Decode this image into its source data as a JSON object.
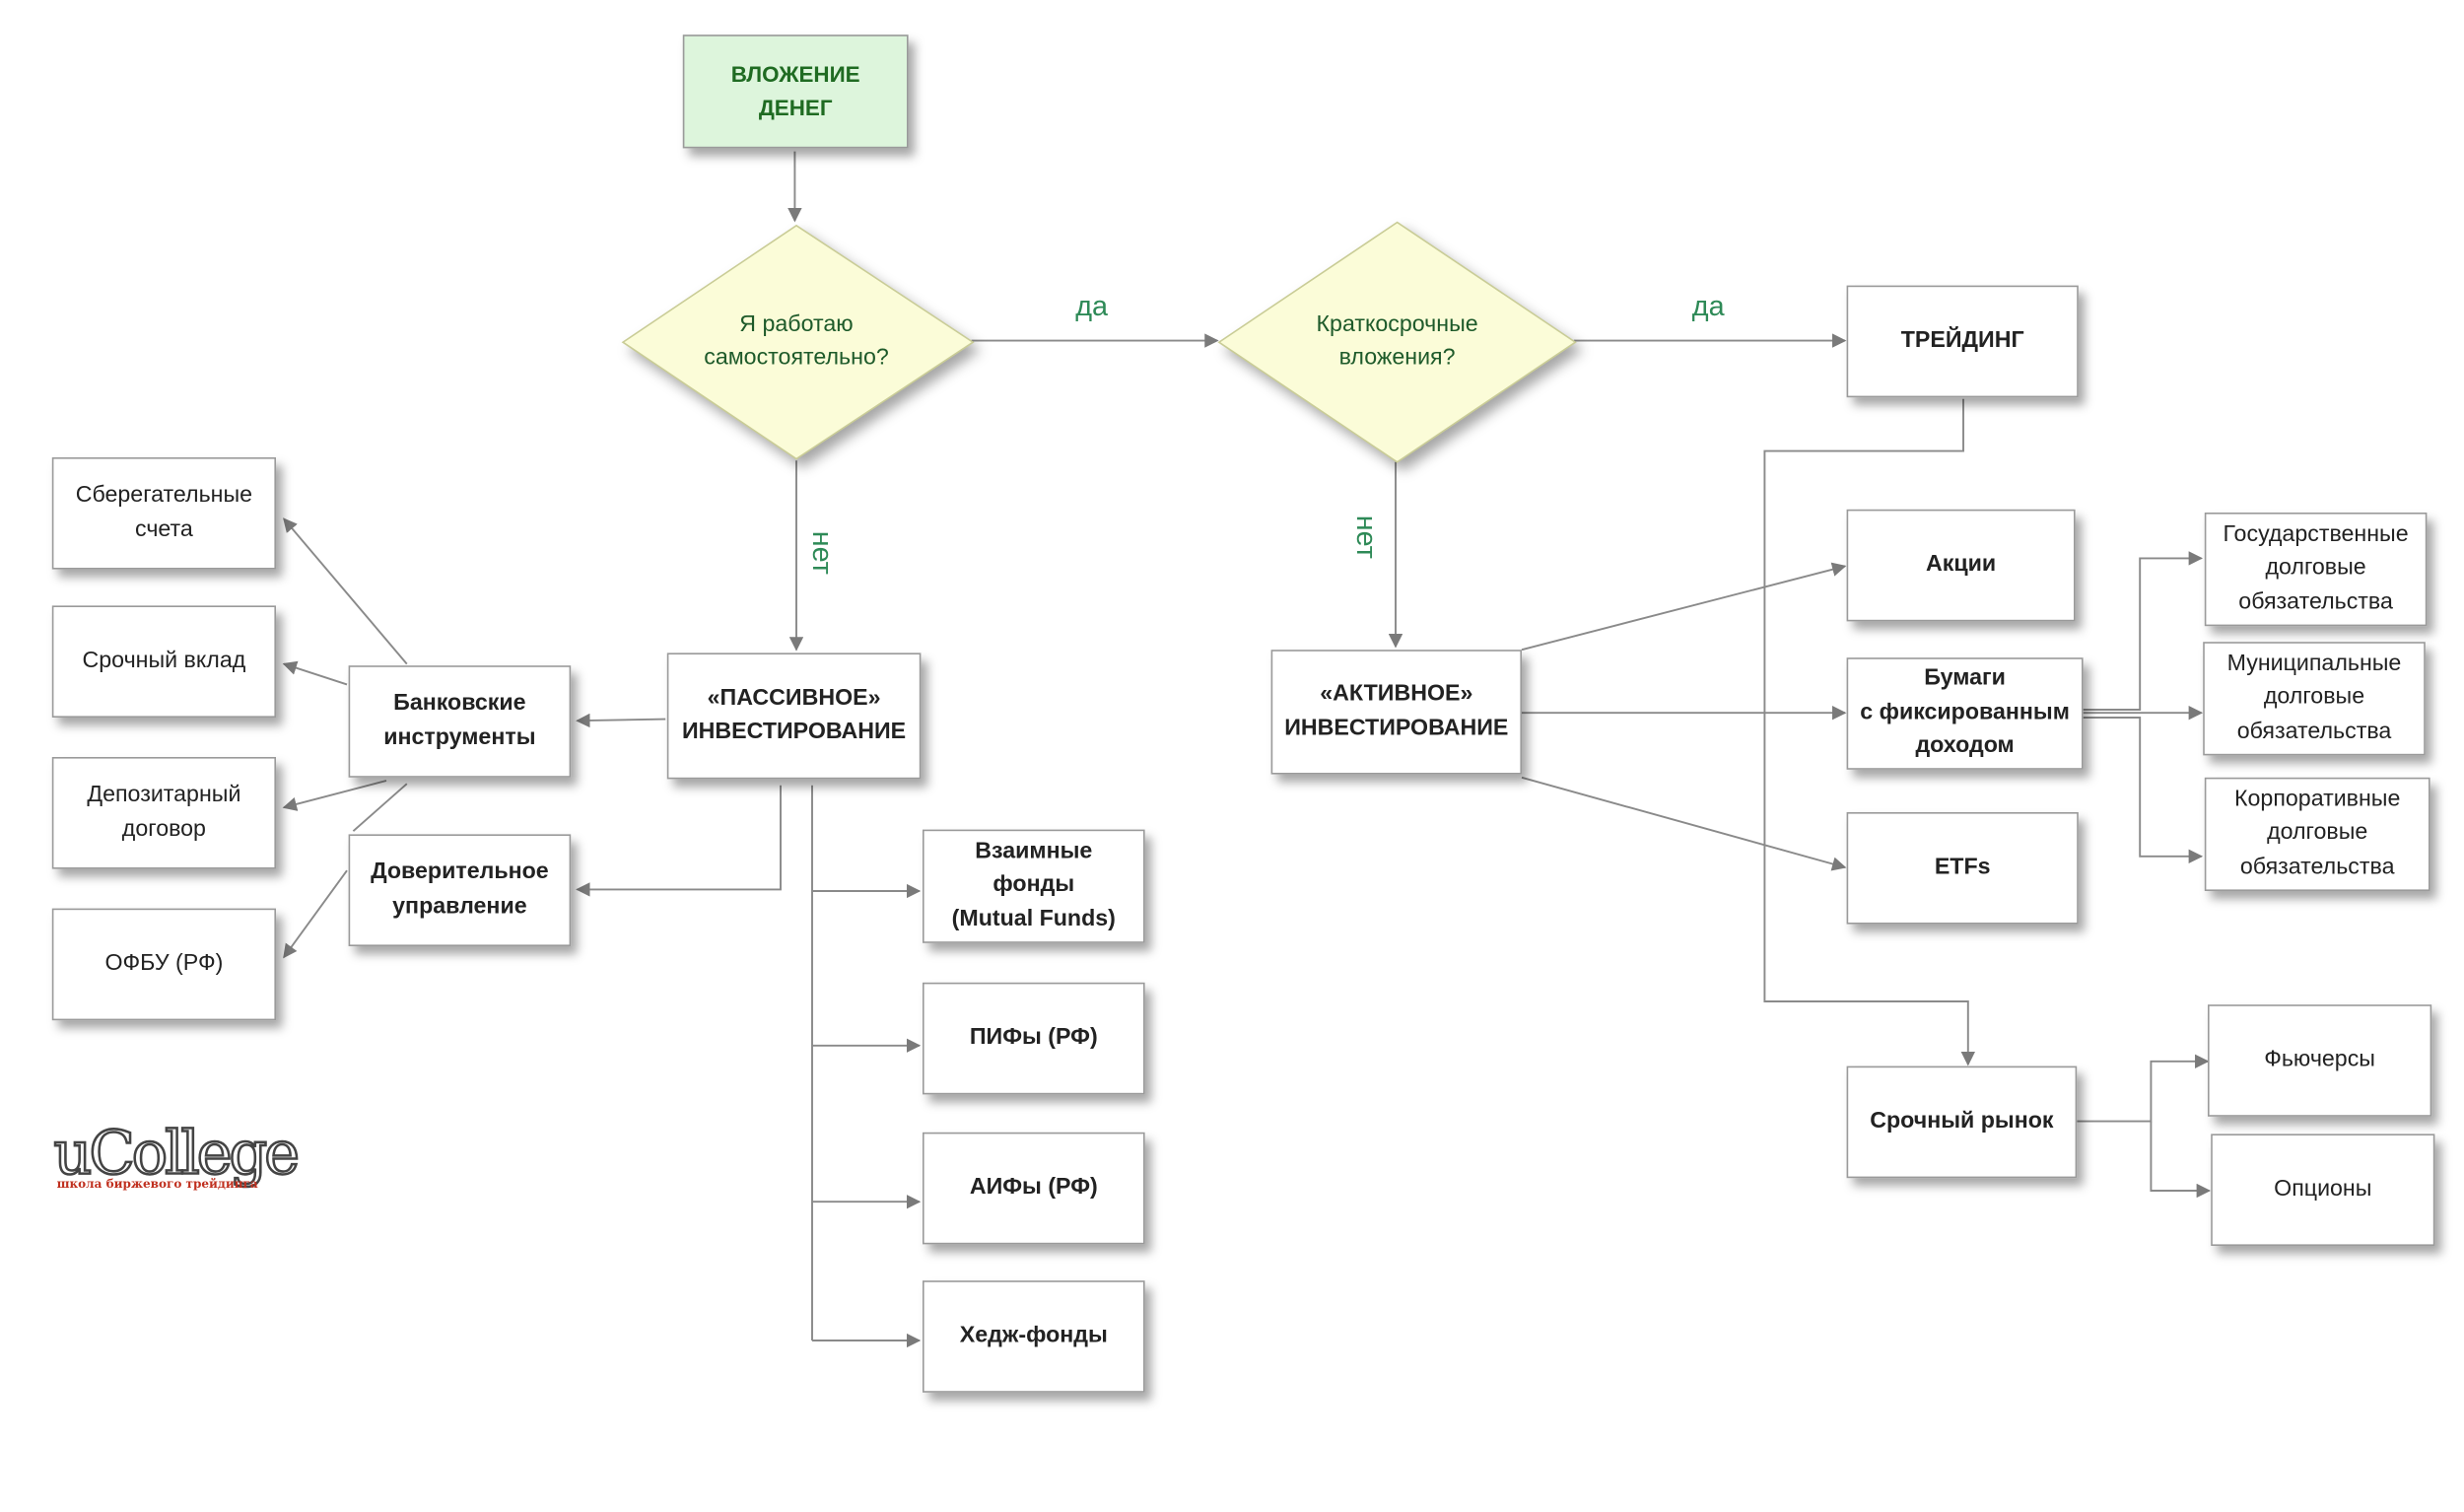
{
  "nodes": {
    "start": "ВЛОЖЕНИЕ\nДЕНЕГ",
    "q_self": "Я работаю\nсамостоятельно?",
    "q_short": "Краткосрочные\nвложения?",
    "trading": "ТРЕЙДИНГ",
    "passive": "«ПАССИВНОЕ»\nИНВЕСТИРОВАНИЕ",
    "active": "«АКТИВНОЕ»\nИНВЕСТИРОВАНИЕ",
    "bank_tools": "Банковские\nинструменты",
    "trust_mgmt": "Доверительное\nуправление",
    "savings": "Сберегательные\nсчета",
    "term_deposit": "Срочный вклад",
    "depository": "Депозитарный\nдоговор",
    "ofbu": "ОФБУ (РФ)",
    "mutual": "Взаимные\nфонды\n(Mutual Funds)",
    "pif": "ПИФы (РФ)",
    "aif": "АИФы (РФ)",
    "hedge": "Хедж-фонды",
    "stocks": "Акции",
    "fixed_income": "Бумаги\nс фиксированным\nдоходом",
    "etf": "ETFs",
    "gov_bonds": "Государственные\nдолговые\nобязательства",
    "muni_bonds": "Муниципальные\nдолговые\nобязательства",
    "corp_bonds": "Корпоративные\nдолговые\nобязательства",
    "derivatives": "Срочный рынок",
    "futures": "Фьючерсы",
    "options": "Опционы"
  },
  "edge_labels": {
    "yes1": "да",
    "yes2": "да",
    "no1": "нет",
    "no2": "нет"
  },
  "logo": {
    "word": "uCollege",
    "tagline": "школа биржевого трейдинга"
  },
  "colors": {
    "start_fill": "#ddf5dc",
    "decision_fill": "#fbfcd8",
    "edge_label": "#2e8a57",
    "line": "#8a8a8a"
  }
}
